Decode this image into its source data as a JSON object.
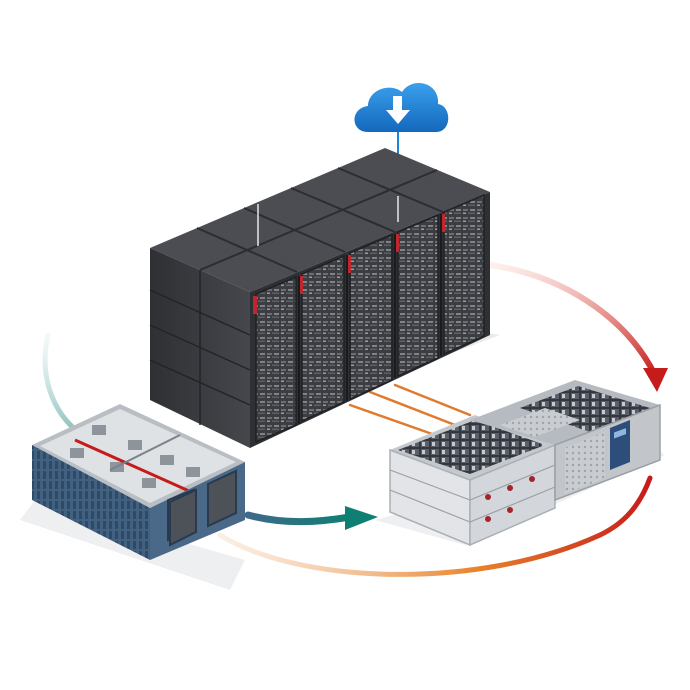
{
  "diagram": {
    "nodes": [
      {
        "id": "cloud",
        "icon": "cloud-download-icon"
      },
      {
        "id": "server-racks",
        "icon": "server-rack-icon",
        "rack_count": 5
      },
      {
        "id": "modular-data-center",
        "icon": "modular-datacenter-icon"
      },
      {
        "id": "storage-appliance",
        "icon": "storage-appliance-icon"
      }
    ],
    "edges": [
      {
        "from": "cloud",
        "to": "server-racks",
        "style": "line"
      },
      {
        "from": "server-racks",
        "to": "storage-appliance",
        "style": "curved-arrow"
      },
      {
        "from": "modular-data-center",
        "to": "storage-appliance",
        "style": "arrow"
      },
      {
        "from": "modular-data-center",
        "to": "storage-appliance",
        "style": "curved-arc"
      },
      {
        "from": "server-racks",
        "to": "storage-appliance",
        "style": "link-lines"
      }
    ]
  },
  "colors": {
    "cloud": "#1a84d6",
    "rack_body": "#3a3c40",
    "rack_top": "#4b4d52",
    "rack_accent": "#c0262d",
    "module_wall": "#3d5a78",
    "module_roof": "#7f8893",
    "appliance": "#d8dadd",
    "appliance_accent": "#2d4e7a",
    "arc_red": "#c61b1b",
    "arc_orange": "#e8822a",
    "arrow_teal": "#0f7f73",
    "link_orange": "#e07a2f"
  }
}
